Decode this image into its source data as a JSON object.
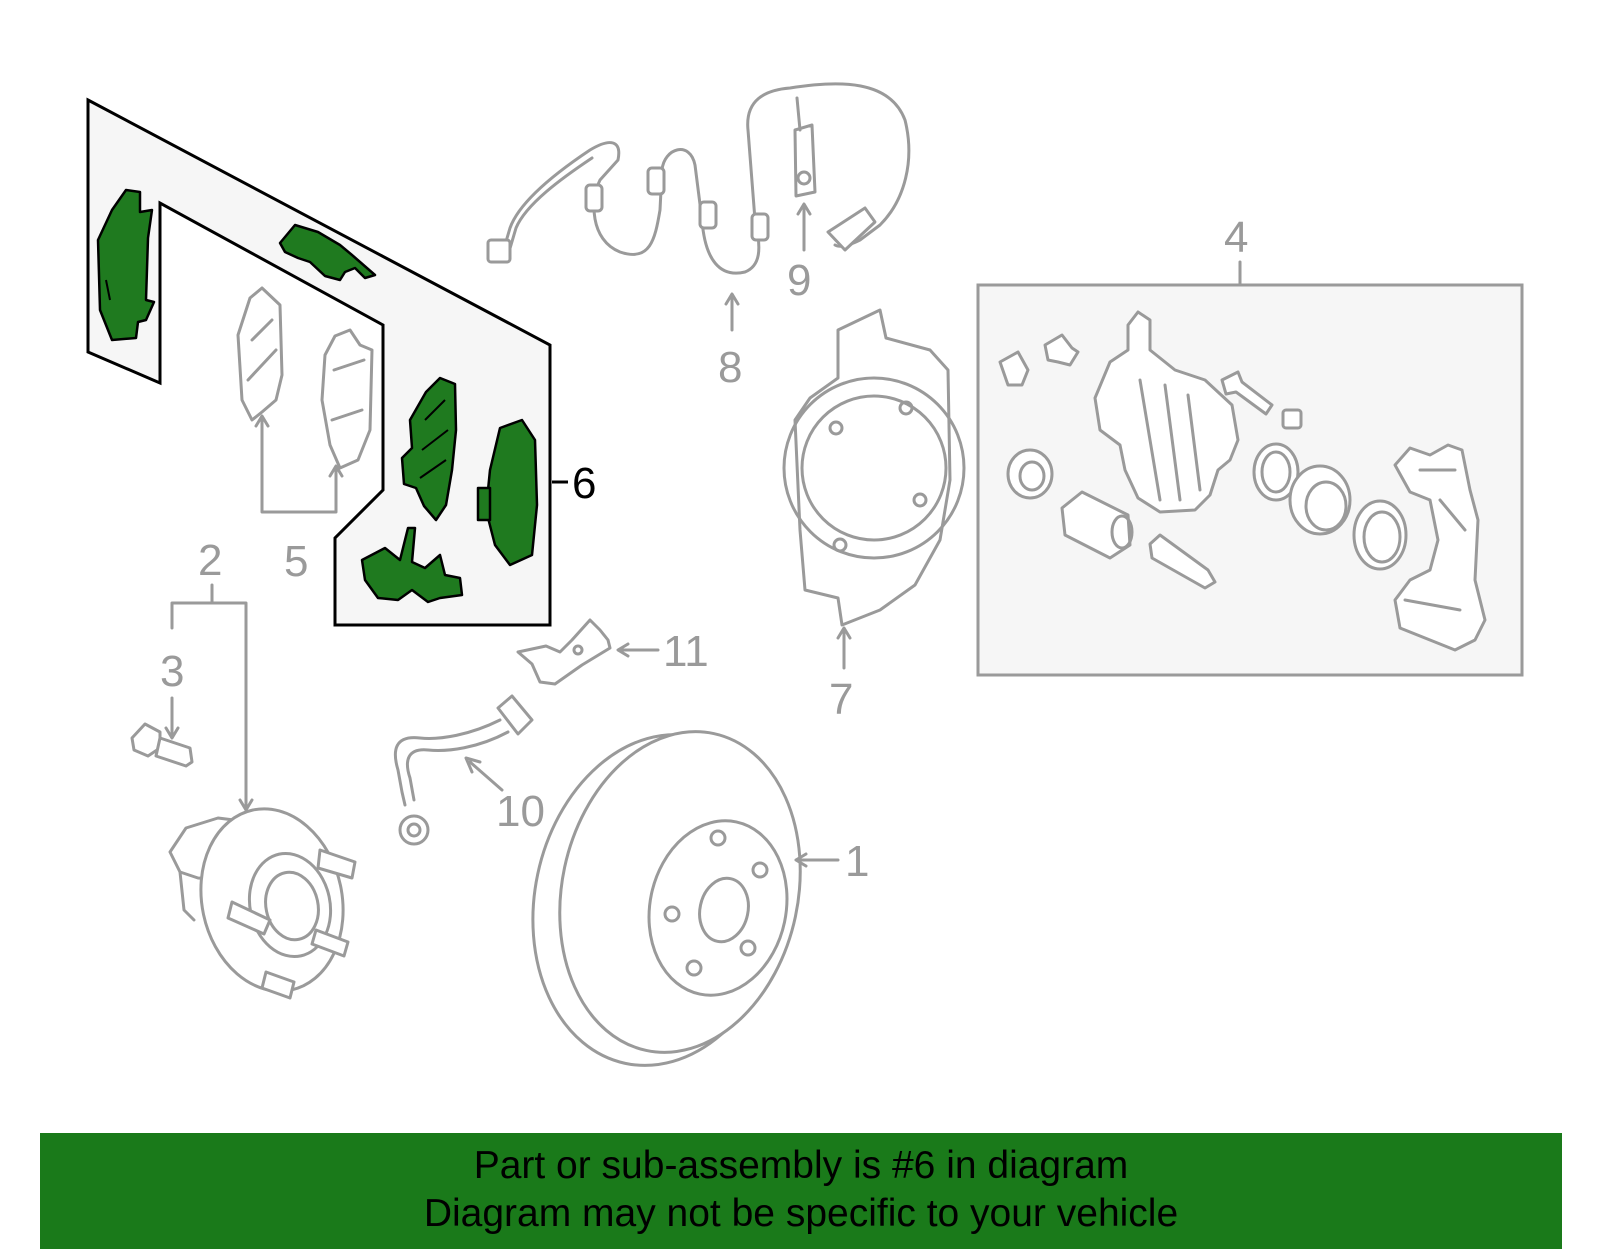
{
  "callouts": {
    "c1": "1",
    "c2": "2",
    "c3": "3",
    "c4": "4",
    "c5": "5",
    "c6": "6",
    "c7": "7",
    "c8": "8",
    "c9": "9",
    "c10": "10",
    "c11": "11"
  },
  "highlighted_part": "6",
  "colors": {
    "highlight_fill": "#1f7a1f",
    "banner_bg": "#1a7a1a",
    "line_gray": "#9a9a9a"
  },
  "banner": {
    "line1": "Part or sub-assembly is #6 in diagram",
    "line2": "Diagram may not be specific to your vehicle"
  }
}
